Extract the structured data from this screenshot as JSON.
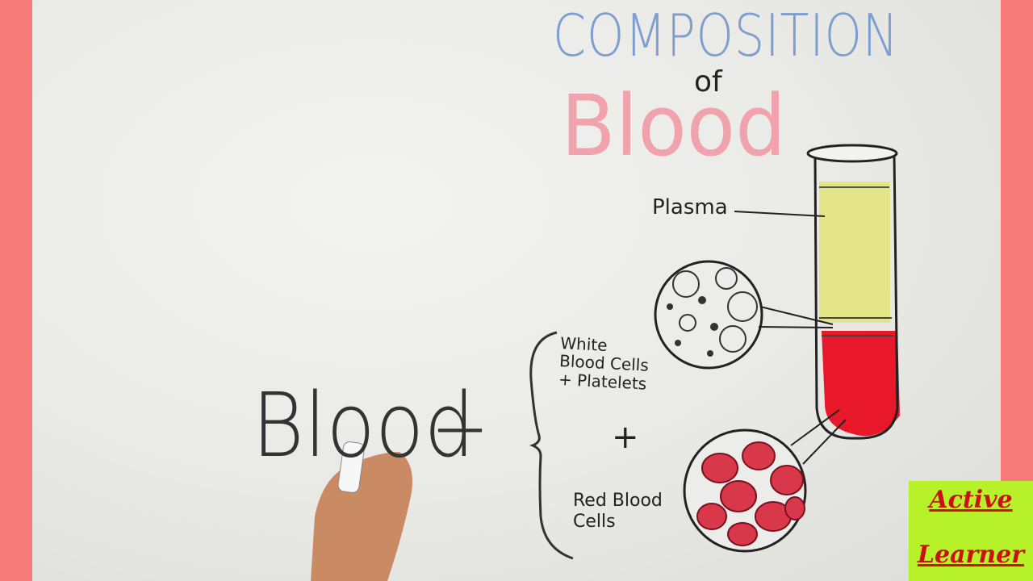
{
  "title": {
    "main": "COMPOSITION",
    "connector": "of",
    "subject": "Blood"
  },
  "labels": {
    "plasma": "Plasma",
    "wbc_line1": "White",
    "wbc_line2": "Blood Cells",
    "wbc_line3": "+ Platelets",
    "plus": "+",
    "rbc_line1": "Red Blood",
    "rbc_line2": "Cells",
    "equation_subject": "Blood",
    "equation_dash": "—"
  },
  "badge": {
    "line1": "Active",
    "line2": "Learner"
  },
  "colors": {
    "frame": "#f67a78",
    "title_main": "#7f9ed0",
    "title_subject": "#f0a3ad",
    "plasma_fill": "#e4e488",
    "red_cells": "#e8182a",
    "badge_bg": "#b7f12a",
    "badge_text": "#cc1010"
  }
}
